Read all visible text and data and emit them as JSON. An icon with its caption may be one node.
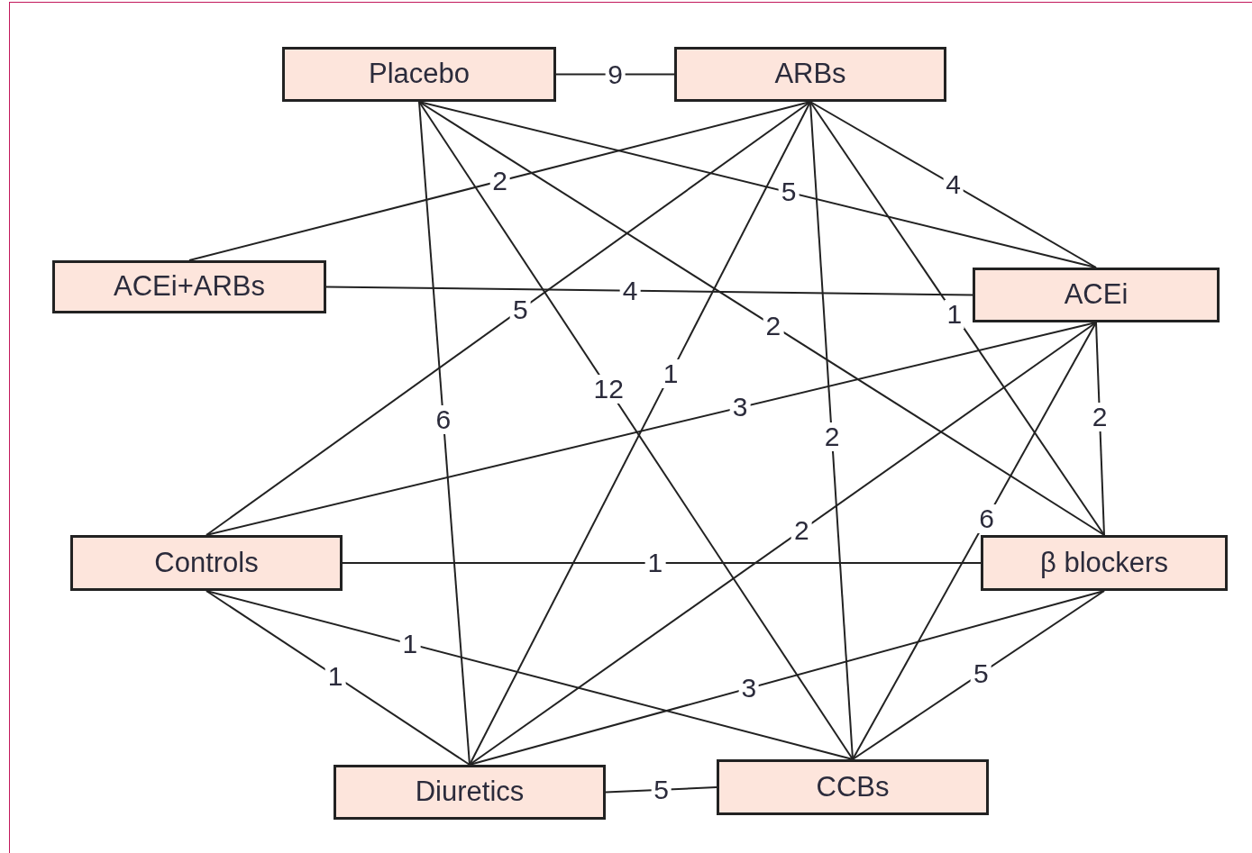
{
  "diagram": {
    "nodes": [
      {
        "text": [
          "Placebo"
        ]
      },
      {
        "text": [
          "ARBs"
        ]
      },
      {
        "text": [
          "ACEi+ARBs"
        ]
      },
      {
        "text": [
          "ACEi"
        ]
      },
      {
        "text": [
          "Controls"
        ]
      },
      {
        "text": [
          "β blockers"
        ]
      },
      {
        "text": [
          "Diuretics"
        ]
      },
      {
        "text": [
          "CCBs"
        ]
      }
    ],
    "edges": [
      {
        "from": 0,
        "to": 1,
        "arrow": "none",
        "label": "9"
      },
      {
        "from": 1,
        "to": 2,
        "arrow": "none",
        "label": "2"
      },
      {
        "from": 0,
        "to": 3,
        "arrow": "none",
        "label": "5"
      },
      {
        "from": 1,
        "to": 3,
        "arrow": "none",
        "label": "4"
      },
      {
        "from": 2,
        "to": 3,
        "arrow": "none",
        "label": "4"
      },
      {
        "from": 1,
        "to": 4,
        "arrow": "none",
        "label": "5"
      },
      {
        "from": 0,
        "to": 5,
        "arrow": "none",
        "label": "2"
      },
      {
        "from": 0,
        "to": 7,
        "arrow": "none",
        "label": "12"
      },
      {
        "from": 0,
        "to": 6,
        "arrow": "none",
        "label": "6"
      },
      {
        "from": 1,
        "to": 6,
        "arrow": "none",
        "label": "1"
      },
      {
        "from": 1,
        "to": 7,
        "arrow": "none",
        "label": "2"
      },
      {
        "from": 1,
        "to": 5,
        "arrow": "none",
        "label": "1"
      },
      {
        "from": 4,
        "to": 3,
        "arrow": "none",
        "label": "3"
      },
      {
        "from": 3,
        "to": 5,
        "arrow": "none",
        "label": "2"
      },
      {
        "from": 3,
        "to": 6,
        "arrow": "none",
        "label": "2"
      },
      {
        "from": 3,
        "to": 7,
        "arrow": "none",
        "label": "6"
      },
      {
        "from": 4,
        "to": 5,
        "arrow": "none",
        "label": "1"
      },
      {
        "from": 4,
        "to": 6,
        "arrow": "none",
        "label": "1"
      },
      {
        "from": 4,
        "to": 7,
        "arrow": "none",
        "label": "1"
      },
      {
        "from": 5,
        "to": 6,
        "arrow": "none",
        "label": "3"
      },
      {
        "from": 5,
        "to": 7,
        "arrow": "none",
        "label": "5"
      },
      {
        "from": 6,
        "to": 7,
        "arrow": "none",
        "label": "5"
      }
    ]
  }
}
